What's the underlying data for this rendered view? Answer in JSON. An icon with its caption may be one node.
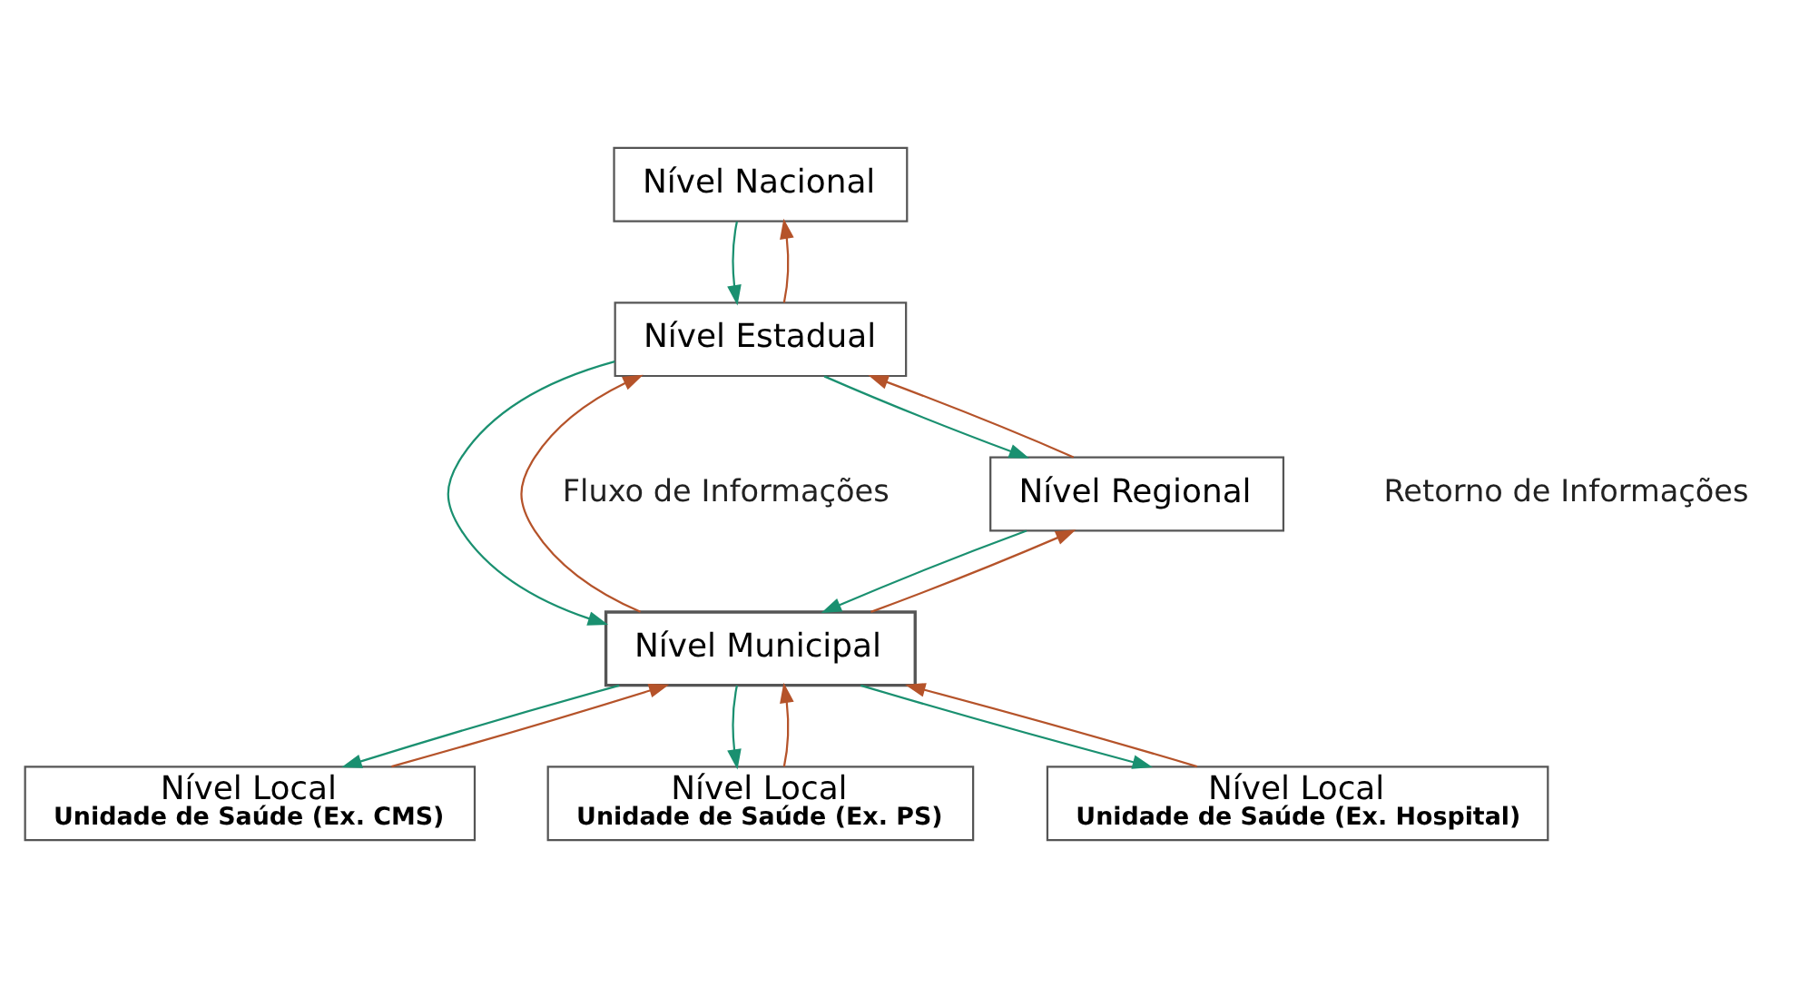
{
  "diagram": {
    "nodes": [
      {
        "text": [
          "Nível Nacional"
        ]
      },
      {
        "text": [
          "Nível Estadual"
        ]
      },
      {
        "text": [
          "Nível Regional"
        ]
      },
      {
        "text": [
          "Nível Municipal"
        ]
      },
      {
        "text": [
          "Nível Local",
          "Unidade de Saúde (Ex. CMS)"
        ]
      },
      {
        "text": [
          "Nível Local",
          "Unidade de Saúde (Ex. PS)"
        ]
      },
      {
        "text": [
          "Nível Local",
          "Unidade de Saúde (Ex. Hospital)"
        ]
      }
    ],
    "edges": [
      {
        "from": 1,
        "to": 0,
        "arrow": "to",
        "color": "#b5532a"
      },
      {
        "from": 0,
        "to": 1,
        "arrow": "to",
        "color": "#1a9070"
      },
      {
        "from": 3,
        "to": 1,
        "arrow": "to",
        "color": "#b5532a"
      },
      {
        "from": 2,
        "to": 1,
        "arrow": "to",
        "color": "#b5532a"
      },
      {
        "from": 1,
        "to": 2,
        "arrow": "to",
        "color": "#1a9070"
      },
      {
        "from": 1,
        "to": 3,
        "arrow": "to",
        "color": "#1a9070"
      },
      {
        "from": 3,
        "to": 2,
        "arrow": "to",
        "color": "#b5532a"
      },
      {
        "from": 2,
        "to": 3,
        "arrow": "to",
        "color": "#1a9070"
      },
      {
        "from": 4,
        "to": 3,
        "arrow": "to",
        "color": "#b5532a"
      },
      {
        "from": 3,
        "to": 4,
        "arrow": "to",
        "color": "#1a9070"
      },
      {
        "from": 5,
        "to": 3,
        "arrow": "to",
        "color": "#b5532a"
      },
      {
        "from": 3,
        "to": 5,
        "arrow": "to",
        "color": "#1a9070"
      },
      {
        "from": 3,
        "to": 6,
        "arrow": "to",
        "color": "#1a9070"
      },
      {
        "from": 6,
        "to": 3,
        "arrow": "to",
        "color": "#b5532a"
      }
    ],
    "labels": [
      "Fluxo de Informações",
      "Retorno de Informações"
    ]
  }
}
